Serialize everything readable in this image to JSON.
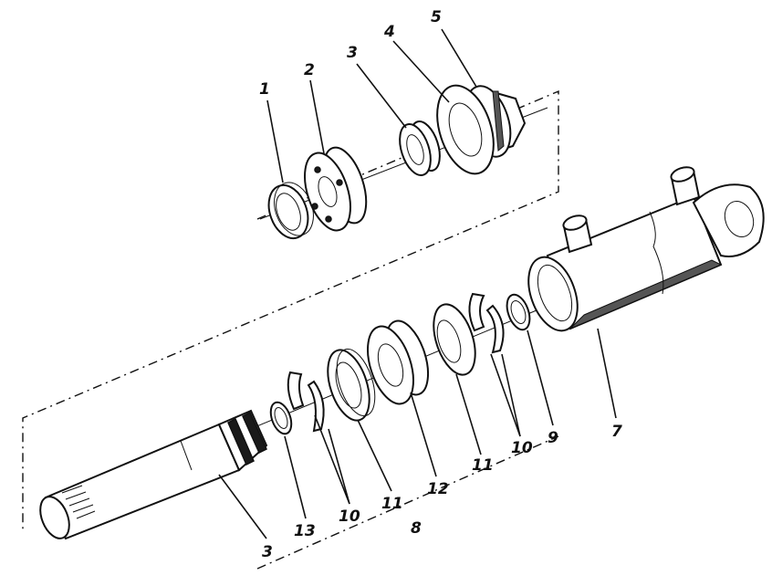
{
  "labels": {
    "l1": "1",
    "l2": "2",
    "l3_top": "3",
    "l4": "4",
    "l5": "5",
    "l3_bottom": "3",
    "l13": "13",
    "l10_left": "10",
    "l11_left": "11",
    "l12": "12",
    "l11_right": "11",
    "l10_right": "10",
    "l9": "9",
    "l7": "7",
    "l8": "8"
  }
}
